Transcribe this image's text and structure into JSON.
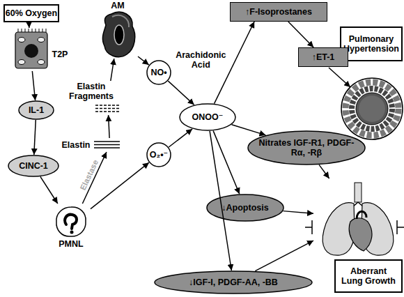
{
  "diagram": {
    "nodes": [
      {
        "text": [
          "60% Oxygen"
        ]
      },
      {
        "text": [
          "AM"
        ]
      },
      {
        "text": [
          "↑F-Isoprostanes"
        ]
      },
      {
        "text": [
          "Pulmonary Hypertension"
        ]
      },
      {
        "text": [
          "T2P"
        ]
      },
      {
        "text": [
          "NO•"
        ]
      },
      {
        "text": [
          "↑ET-1"
        ]
      },
      {
        "text": [
          "Elastin Fragments"
        ]
      },
      {
        "text": [
          "IL-1"
        ]
      },
      {
        "text": [
          "ONOO⁻"
        ]
      },
      {
        "text": [
          "Elastin"
        ]
      },
      {
        "text": [
          "Nitrates IGF-R1, PDGF-Rα, -Rβ"
        ]
      },
      {
        "text": [
          "O₂•⁻"
        ]
      },
      {
        "text": [
          "CINC-1"
        ]
      },
      {
        "text": [
          "↓Apoptosis"
        ]
      },
      {
        "text": [
          "PMNL"
        ]
      },
      {
        "text": [
          "Aberrant Lung Growth"
        ]
      },
      {
        "text": [
          "↓IGF-I, PDGF-AA, -BB"
        ]
      }
    ],
    "edges": [
      {
        "from": 0,
        "to": 4,
        "arrow": "to"
      },
      {
        "from": 4,
        "to": 8,
        "arrow": "to"
      },
      {
        "from": 8,
        "to": 13,
        "arrow": "to"
      },
      {
        "from": 13,
        "to": 15,
        "arrow": "to"
      },
      {
        "from": 15,
        "to": 10,
        "arrow": "to",
        "label": "Elastase"
      },
      {
        "from": 10,
        "to": 7,
        "arrow": "to"
      },
      {
        "from": 7,
        "to": 1,
        "arrow": "to"
      },
      {
        "from": 1,
        "to": 5,
        "arrow": "to"
      },
      {
        "from": 15,
        "to": 12,
        "arrow": "to"
      },
      {
        "from": 5,
        "to": 9,
        "arrow": "to"
      },
      {
        "from": 12,
        "to": 9,
        "arrow": "to"
      },
      {
        "from": 9,
        "to": 2,
        "arrow": "to",
        "label": "Arachidonic Acid"
      },
      {
        "from": 2,
        "to": 6,
        "arrow": "to"
      },
      {
        "from": 9,
        "to": 11,
        "arrow": "to"
      },
      {
        "from": 9,
        "to": 14,
        "arrow": "to"
      },
      {
        "from": 9,
        "to": 17,
        "arrow": "to"
      },
      {
        "from": 11,
        "to": 16,
        "arrow": "to"
      },
      {
        "from": 14,
        "to": 16,
        "arrow": "to"
      },
      {
        "from": 17,
        "to": 16,
        "arrow": "to"
      }
    ]
  }
}
